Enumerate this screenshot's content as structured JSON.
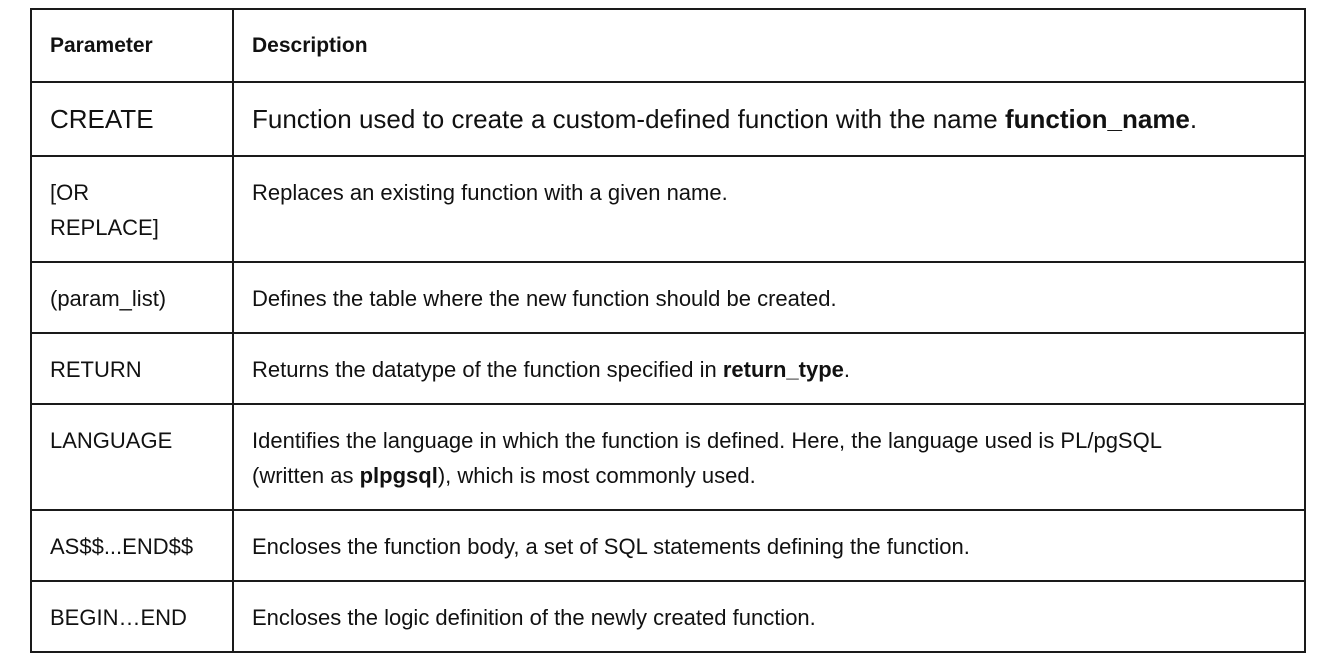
{
  "header": {
    "parameter": "Parameter",
    "description": "Description"
  },
  "rows": [
    {
      "parameter": "CREATE",
      "desc_before": "Function used to create a custom-defined function with the name ",
      "desc_bold": "function_name",
      "desc_after": "."
    },
    {
      "parameter_line1": "[OR",
      "parameter_line2": "REPLACE]",
      "desc": "Replaces an existing function with a given name."
    },
    {
      "parameter": "(param_list)",
      "desc": "Defines the table where the new function should be created."
    },
    {
      "parameter": "RETURN",
      "desc_before": "Returns the datatype of the function specified in ",
      "desc_bold": "return_type",
      "desc_after": "."
    },
    {
      "parameter": "LANGUAGE",
      "desc_line1": "Identifies the language in which the function is defined. Here, the language used is PL/pgSQL",
      "desc_line2_before": "(written as ",
      "desc_line2_bold": "plpgsql",
      "desc_line2_after": "), which is most commonly used."
    },
    {
      "parameter": "AS$$...END$$",
      "desc": "Encloses the function body, a set of SQL statements defining the function."
    },
    {
      "parameter": "BEGIN…END",
      "desc": "Encloses the logic definition of the newly created function."
    }
  ]
}
